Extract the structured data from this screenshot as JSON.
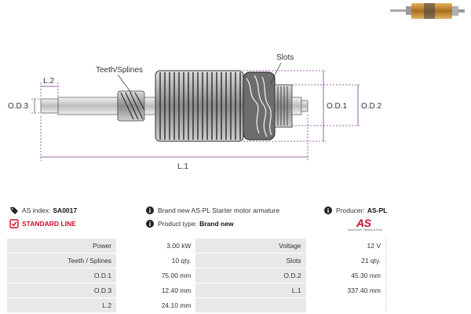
{
  "drawing": {
    "labels": {
      "teeth": "Teeth/Splines",
      "slots": "Slots",
      "l2": "L.2",
      "od3": "O.D.3",
      "od1": "O.D.1",
      "od2": "O.D.2",
      "l1": "L.1"
    }
  },
  "info": {
    "as_index_label": "AS index:",
    "as_index_value": "SA0017",
    "description": "Brand new AS-PL Starter motor armature",
    "producer_label": "Producer:",
    "producer_value": "AS-PL",
    "standard_line": "STANDARD LINE",
    "product_type_label": "Product type:",
    "product_type_value": "Brand new"
  },
  "logo": {
    "mark": "AS",
    "sub": "Automotive, Starters & Parts"
  },
  "specs": [
    {
      "k1": "Power",
      "v1": "3.00 kW",
      "k2": "Voltage",
      "v2": "12 V"
    },
    {
      "k1": "Teeth / Splines",
      "v1": "10 qty.",
      "k2": "Slots",
      "v2": "21 qty."
    },
    {
      "k1": "O.D.1",
      "v1": "75.00 mm",
      "k2": "O.D.2",
      "v2": "45.30 mm"
    },
    {
      "k1": "O.D.3",
      "v1": "12.40 mm",
      "k2": "L.1",
      "v2": "337.40 mm"
    },
    {
      "k1": "L.2",
      "v1": "24.10 mm",
      "k2": "",
      "v2": ""
    }
  ],
  "colors": {
    "accent_red": "#c8102e",
    "key_cell_bg": "#e8e8e8",
    "dimension_line": "#7a3a8a"
  }
}
